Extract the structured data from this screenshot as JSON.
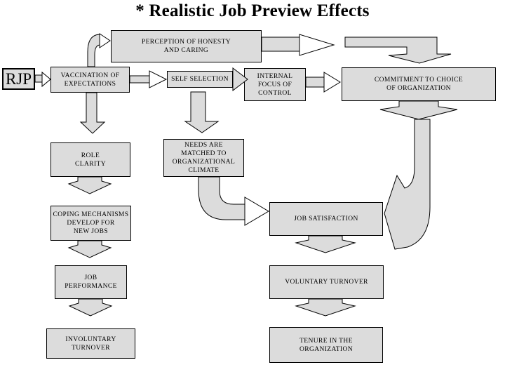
{
  "title": "* Realistic Job Preview Effects",
  "colors": {
    "background": "#ffffff",
    "box_fill": "#dcdcdc",
    "box_border": "#000000",
    "arrow_fill": "#dcdcdc",
    "open_arrowhead_fill": "#ffffff",
    "text": "#000000"
  },
  "diagram": {
    "boxes": [
      {
        "id": "rjp",
        "label": "RJP"
      },
      {
        "id": "vaccination",
        "label": "VACCINATION OF\nEXPECTATIONS"
      },
      {
        "id": "perception",
        "label": "PERCEPTION OF HONESTY\nAND CARING"
      },
      {
        "id": "self-selection",
        "label": "SELF SELECTION"
      },
      {
        "id": "internal-focus",
        "label": "INTERNAL\nFOCUS OF\nCONTROL"
      },
      {
        "id": "commitment",
        "label": "COMMITMENT TO CHOICE\nOF ORGANIZATION"
      },
      {
        "id": "role-clarity",
        "label": "ROLE\nCLARITY"
      },
      {
        "id": "needs-matched",
        "label": "NEEDS ARE\nMATCHED TO\nORGANIZATIONAL\nCLIMATE"
      },
      {
        "id": "coping",
        "label": "COPING MECHANISMS\nDEVELOP FOR\nNEW JOBS"
      },
      {
        "id": "job-performance",
        "label": "JOB\nPERFORMANCE"
      },
      {
        "id": "involuntary-turnover",
        "label": "INVOLUNTARY\nTURNOVER"
      },
      {
        "id": "job-satisfaction",
        "label": "JOB SATISFACTION"
      },
      {
        "id": "voluntary-turnover",
        "label": "VOLUNTARY TURNOVER"
      },
      {
        "id": "tenure",
        "label": "TENURE IN THE\nORGANIZATION"
      }
    ],
    "arrows": [
      {
        "name": "arrow-rjp-to-vaccination",
        "type": "right-open-head"
      },
      {
        "name": "arrow-vaccination-to-perception",
        "type": "bent-up-open-head"
      },
      {
        "name": "arrow-vaccination-to-self-selection",
        "type": "right-open-head"
      },
      {
        "name": "arrow-self-selection-to-internal-focus",
        "type": "right-block-head"
      },
      {
        "name": "arrow-internal-focus-to-commitment",
        "type": "right-open-head"
      },
      {
        "name": "arrow-perception-right",
        "type": "right-open-head"
      },
      {
        "name": "arrow-perception-bent-down-to-commitment",
        "type": "bent-down-block"
      },
      {
        "name": "arrow-vaccination-down-to-role-clarity",
        "type": "down-block"
      },
      {
        "name": "arrow-self-selection-down-to-needs",
        "type": "down-block"
      },
      {
        "name": "arrow-role-clarity-to-coping",
        "type": "down-chevron"
      },
      {
        "name": "arrow-coping-to-job-performance",
        "type": "down-chevron"
      },
      {
        "name": "arrow-job-performance-to-involuntary",
        "type": "down-chevron"
      },
      {
        "name": "arrow-commitment-down",
        "type": "down-chevron"
      },
      {
        "name": "arrow-commitment-curved-to-job-satisfaction",
        "type": "curved-left-head"
      },
      {
        "name": "arrow-needs-elbow-to-job-satisfaction",
        "type": "elbow-right-open-head"
      },
      {
        "name": "arrow-job-satisfaction-to-voluntary",
        "type": "down-chevron"
      },
      {
        "name": "arrow-voluntary-to-tenure",
        "type": "down-chevron"
      }
    ]
  }
}
